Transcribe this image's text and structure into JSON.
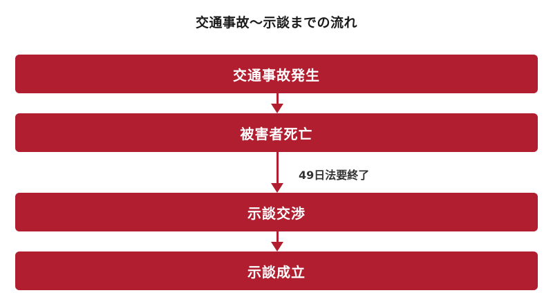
{
  "diagram": {
    "title": "交通事故〜示談までの流れ",
    "steps": [
      {
        "label": "交通事故発生"
      },
      {
        "label": "被害者死亡"
      },
      {
        "label": "示談交渉"
      },
      {
        "label": "示談成立"
      }
    ],
    "arrows": [
      {
        "label": ""
      },
      {
        "label": "49日法要終了"
      },
      {
        "label": ""
      }
    ],
    "colors": {
      "step_fill": "#b01e30",
      "step_text": "#ffffff",
      "title_text": "#1a1a1a"
    }
  }
}
